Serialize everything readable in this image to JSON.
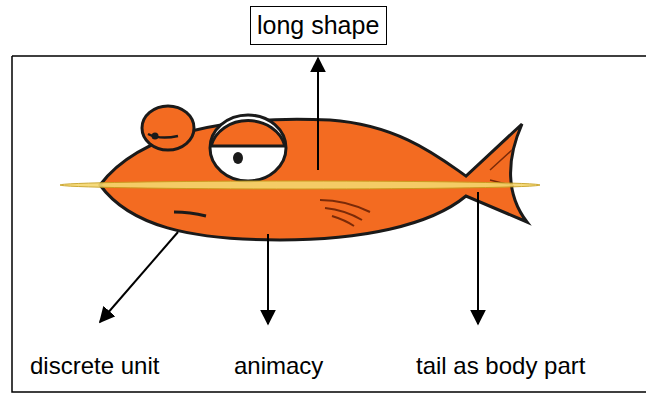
{
  "diagram": {
    "nodes": [
      {
        "text": [
          "long shape"
        ]
      }
    ],
    "labels": [
      "discrete unit",
      "animacy",
      "tail as body part"
    ]
  }
}
